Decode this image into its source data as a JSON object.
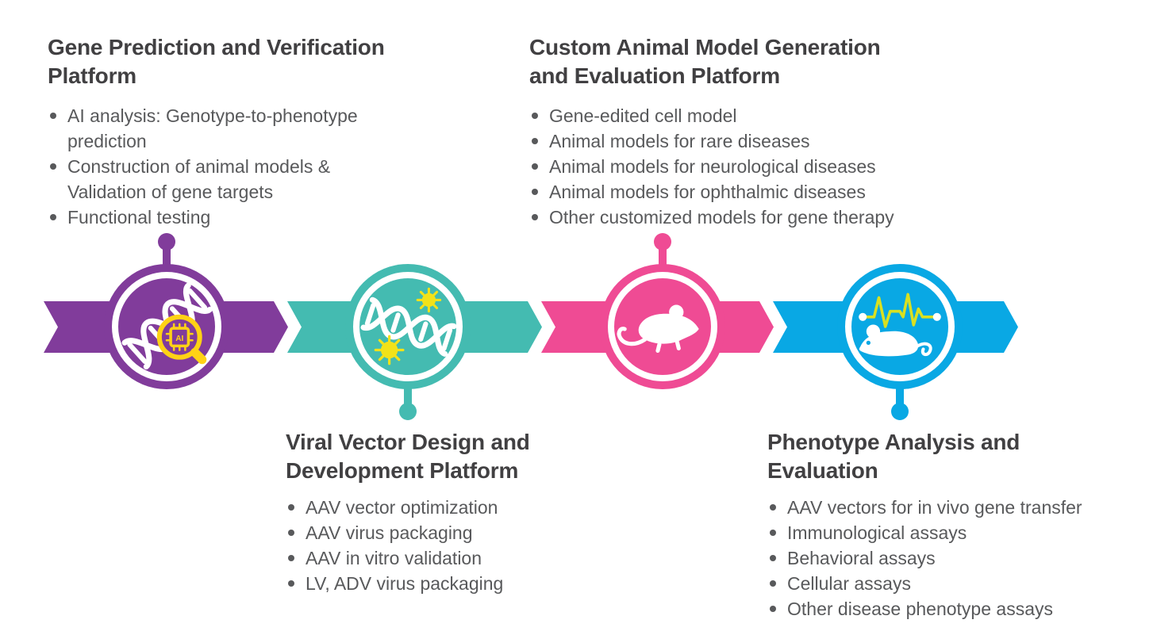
{
  "colors": {
    "purple": "#813C9B",
    "teal": "#44BBB1",
    "pink": "#EF4B94",
    "blue": "#09A8E4",
    "yellow": "#FFD215",
    "virus-yellow": "#F2E219",
    "ecg-green": "#D9E021",
    "title-gray": "#414042",
    "body-gray": "#58595B",
    "background": "#FFFFFF"
  },
  "platforms": [
    {
      "key": "gene-prediction",
      "title": "Gene Prediction and Verification Platform",
      "bullets": [
        "AI analysis: Genotype-to-phenotype prediction",
        "Construction of animal models & Validation of gene targets",
        "Functional testing"
      ],
      "icon": "dna-ai-magnifier-icon",
      "accent_color": "purple",
      "text_position": "above"
    },
    {
      "key": "viral-vector",
      "title": "Viral Vector Design and Development Platform",
      "bullets": [
        "AAV vector optimization",
        "AAV virus packaging",
        "AAV in vitro validation",
        "LV, ADV virus packaging"
      ],
      "icon": "dna-virus-icon",
      "accent_color": "teal",
      "text_position": "below"
    },
    {
      "key": "animal-model",
      "title": "Custom Animal Model Generation and Evaluation Platform",
      "bullets": [
        "Gene-edited cell model",
        "Animal models for rare diseases",
        "Animal models for neurological diseases",
        "Animal models for ophthalmic diseases",
        "Other customized models for gene therapy"
      ],
      "icon": "mouse-icon",
      "accent_color": "pink",
      "text_position": "above"
    },
    {
      "key": "phenotype",
      "title": "Phenotype Analysis and Evaluation",
      "bullets": [
        "AAV vectors for in vivo gene transfer",
        "Immunological assays",
        "Behavioral assays",
        "Cellular assays",
        "Other disease phenotype assays"
      ],
      "icon": "mouse-ecg-icon",
      "accent_color": "blue",
      "text_position": "below"
    }
  ]
}
